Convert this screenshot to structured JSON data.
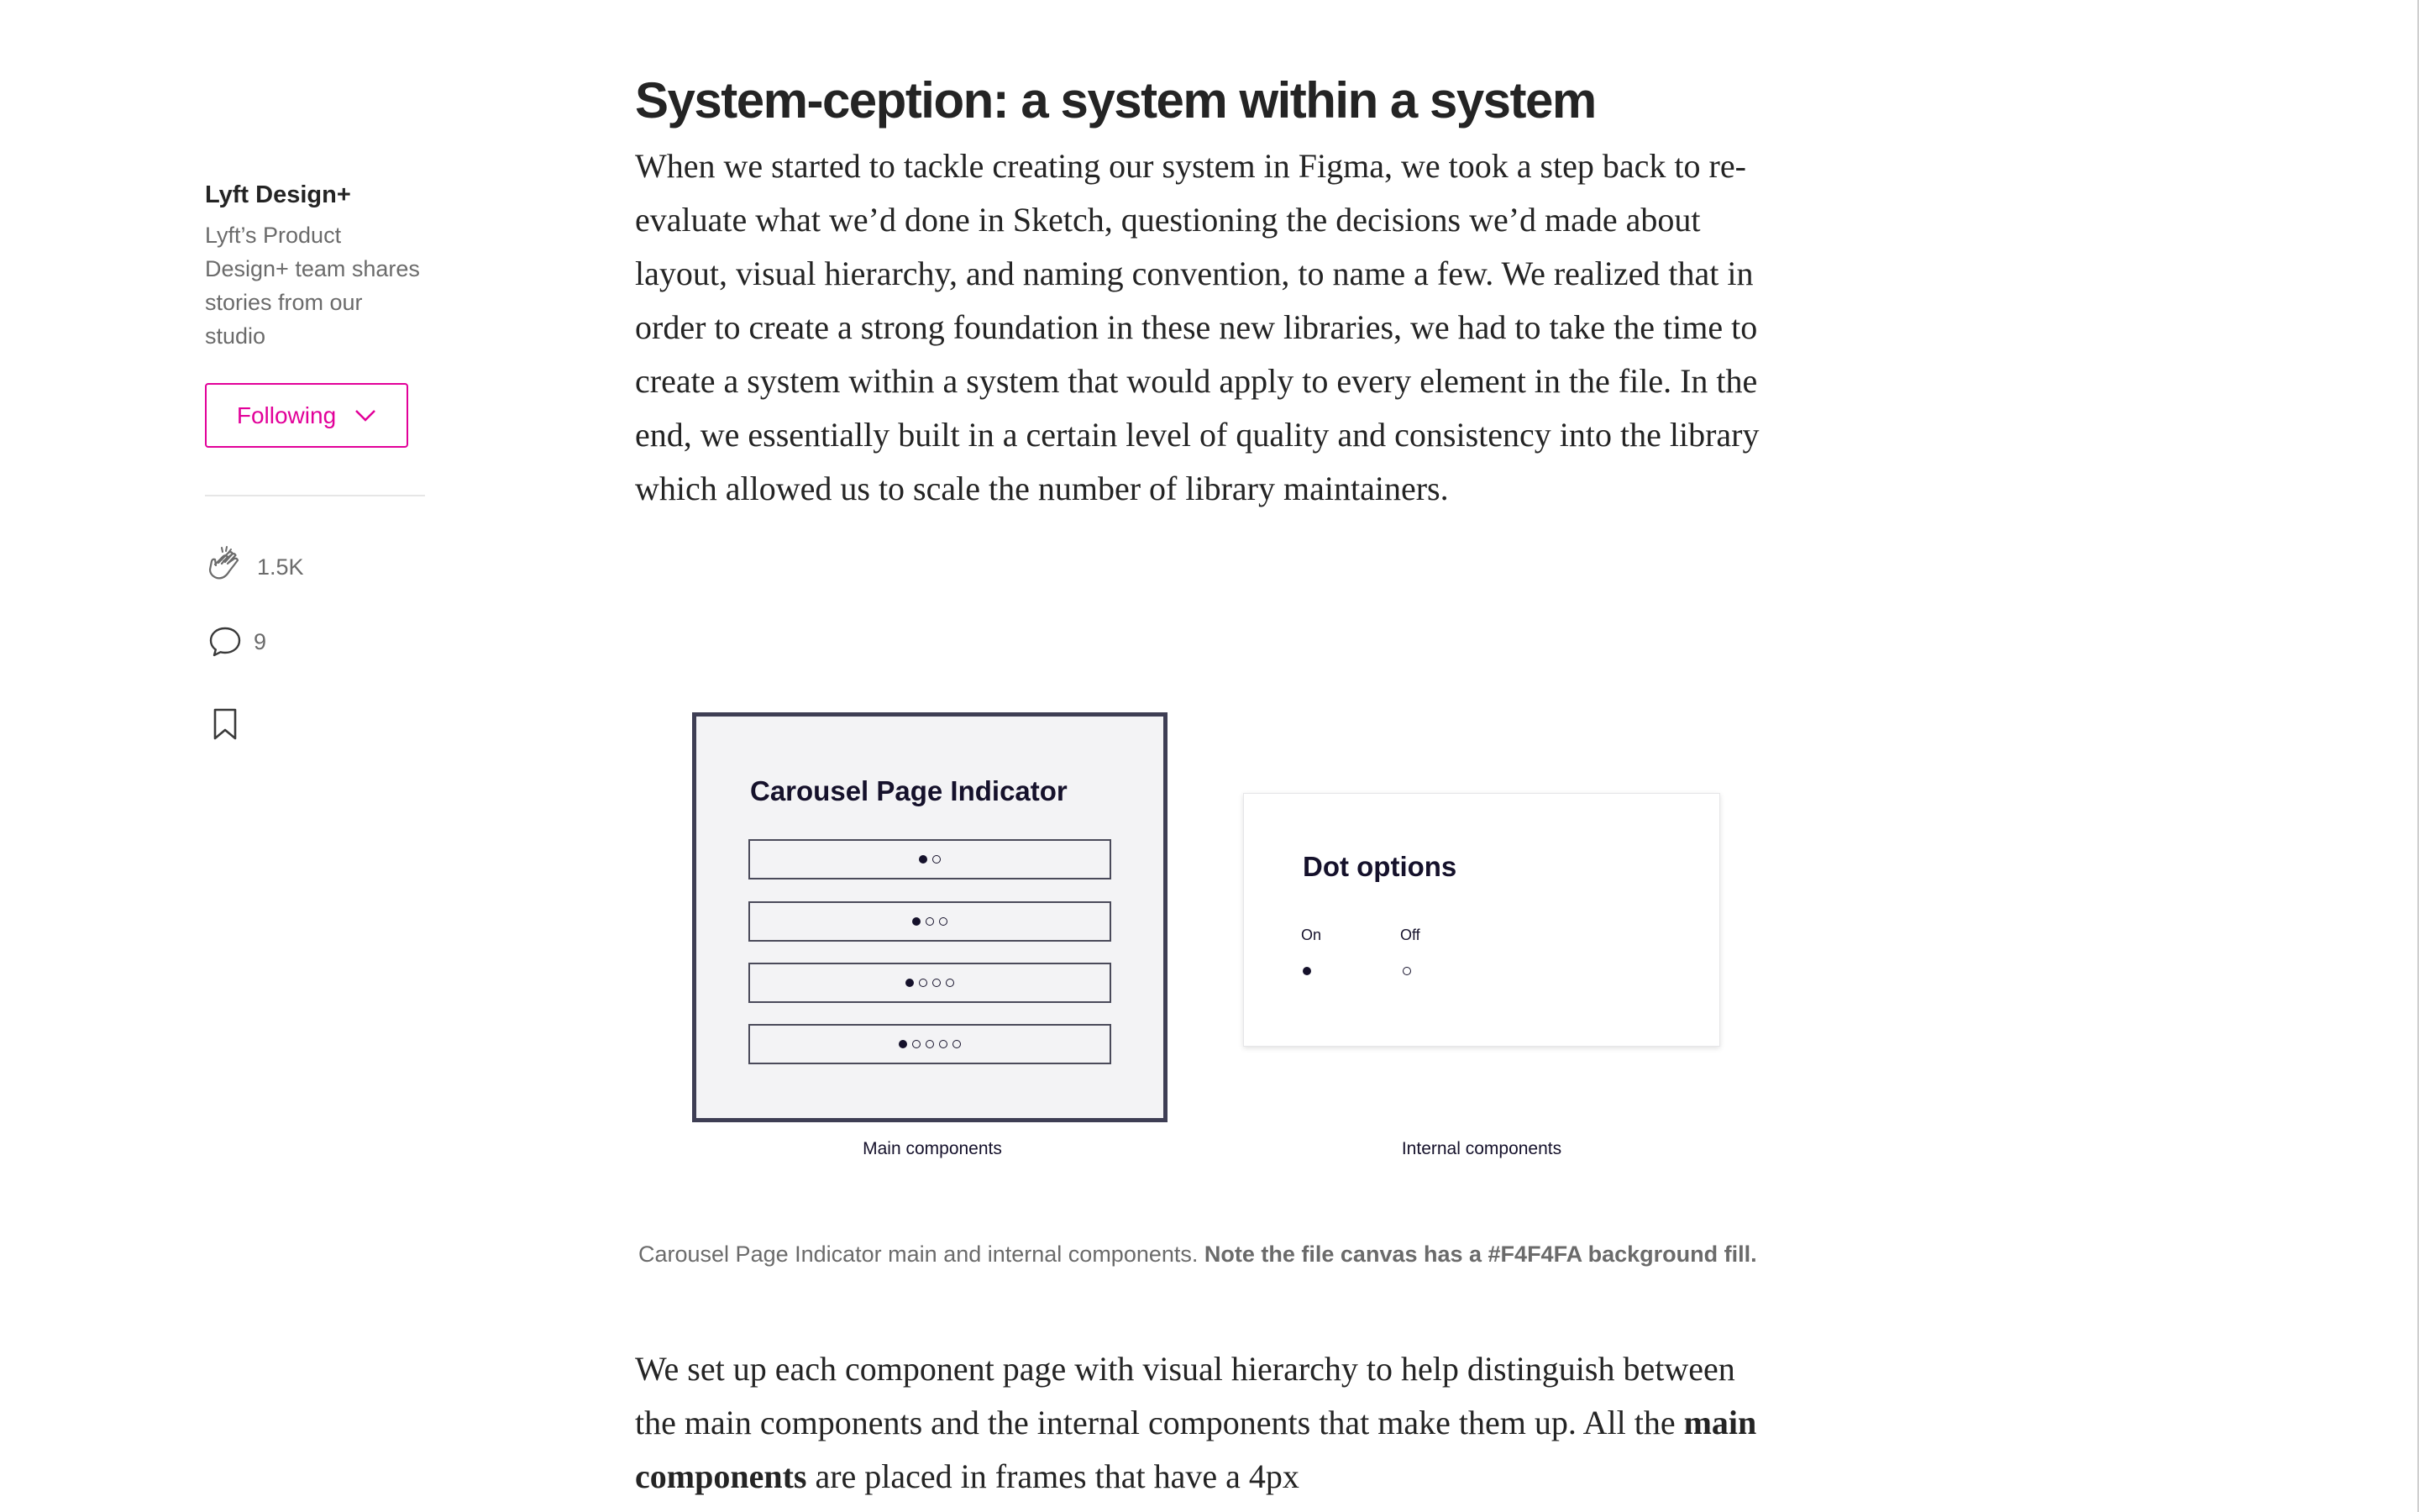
{
  "sidebar": {
    "publication_name": "Lyft Design+",
    "publication_description": "Lyft’s Product Design+ team shares stories from our studio",
    "follow_button_label": "Following",
    "claps_count": "1.5K",
    "responses_count": "9",
    "icons": {
      "claps": "clap-icon",
      "responses": "comment-icon",
      "bookmark": "bookmark-icon",
      "follow_dropdown": "chevron-down-icon"
    }
  },
  "article": {
    "heading": "System-ception: a system within a system",
    "paragraph_1": "When we started to tackle creating our system in Figma, we took a step back to re-evaluate what we’d done in Sketch, questioning the decisions we’d made about layout, visual hierarchy, and naming convention, to name a few. We realized that in order to create a strong foundation in these new libraries, we had to take the time to create a system within a system that would apply to every element in the file. In the end, we essentially built in a certain level of quality and consistency into the library which allowed us to scale the number of library maintainers.",
    "figure": {
      "main_title": "Carousel Page Indicator",
      "dot_rows": [
        {
          "on": 1,
          "off": 1
        },
        {
          "on": 1,
          "off": 2
        },
        {
          "on": 1,
          "off": 3
        },
        {
          "on": 1,
          "off": 4
        }
      ],
      "internal_title": "Dot options",
      "option_on_label": "On",
      "option_off_label": "Off",
      "main_label": "Main components",
      "internal_label": "Internal components"
    },
    "caption_text": "Carousel Page Indicator main and internal components. ",
    "caption_bold": "Note the file canvas has a #F4F4FA background fill.",
    "paragraph_2_start": "We set up each component page with visual hierarchy to help distinguish between the main components and the internal components that make them up. All the ",
    "paragraph_2_bold": "main components",
    "paragraph_2_end": " are placed in frames that have a 4px"
  },
  "colors": {
    "accent": "#e20099",
    "text_primary": "#242424",
    "text_secondary": "#6b6b6b",
    "figure_dark": "#15112b",
    "canvas_fill": "#f3f3f5"
  }
}
